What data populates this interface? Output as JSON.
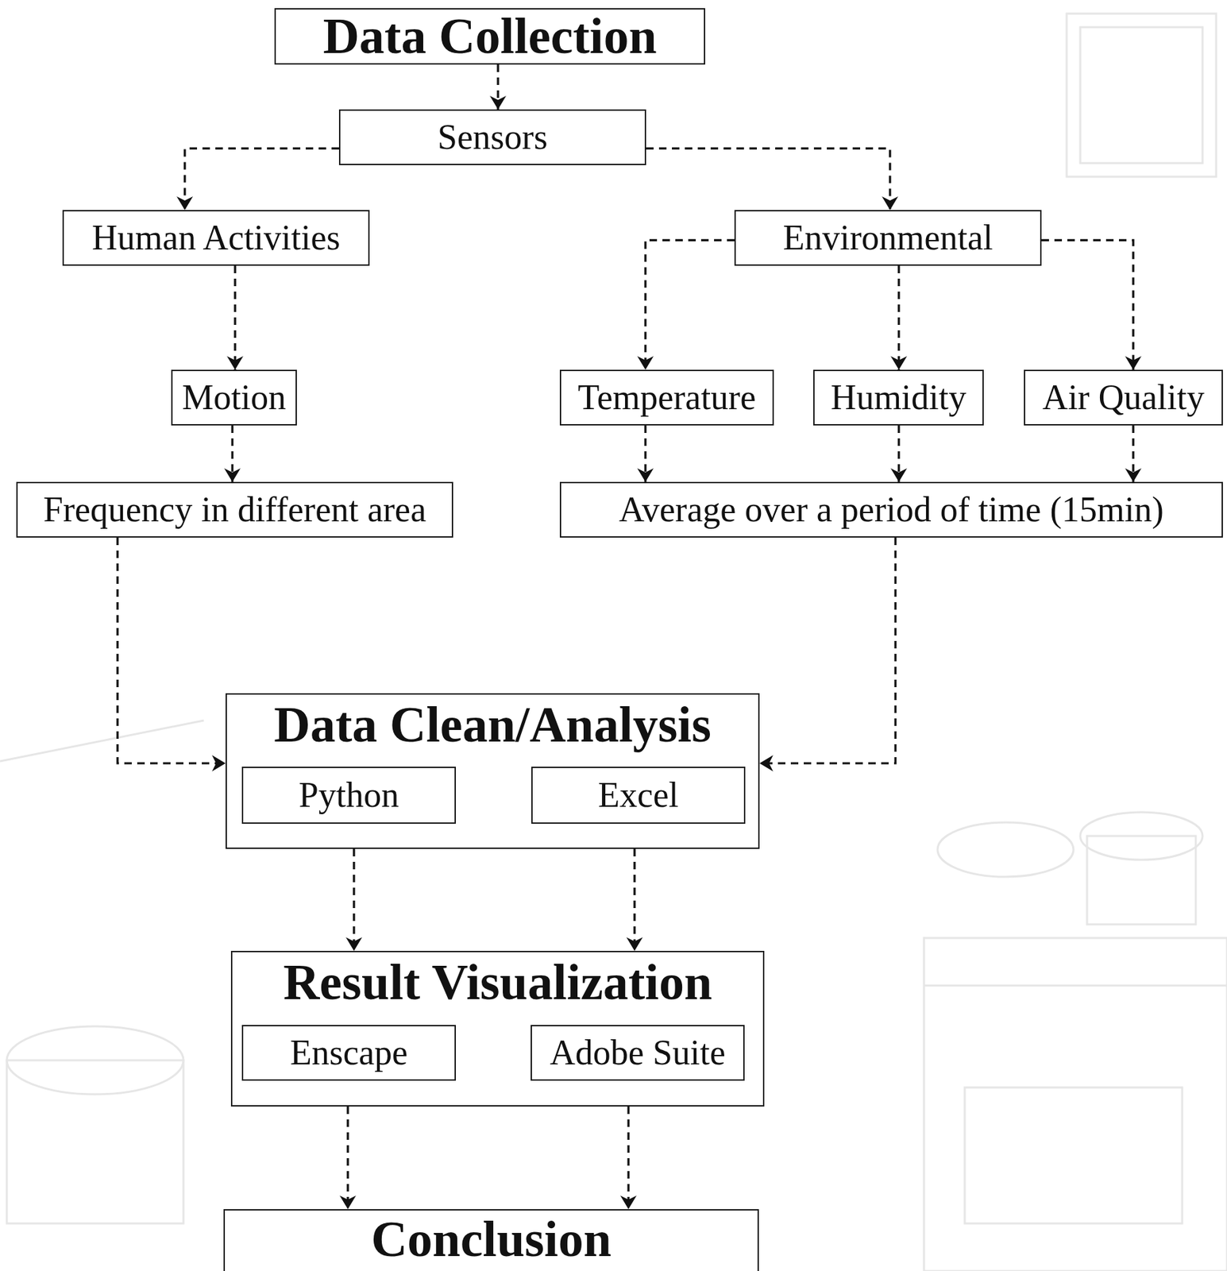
{
  "diagram": {
    "nodes": [
      {
        "text": [
          "Data Collection"
        ]
      },
      {
        "text": [
          "Sensors"
        ]
      },
      {
        "text": [
          "Human Activities"
        ]
      },
      {
        "text": [
          "Environmental"
        ]
      },
      {
        "text": [
          "Motion"
        ]
      },
      {
        "text": [
          "Temperature"
        ]
      },
      {
        "text": [
          "Humidity"
        ]
      },
      {
        "text": [
          "Air Quality"
        ]
      },
      {
        "text": [
          "Frequency in different area"
        ]
      },
      {
        "text": [
          "Average over a period of time (15min)"
        ]
      },
      {
        "text": [
          "Data Clean/Analysis"
        ]
      },
      {
        "text": [
          "Python"
        ],
        "in": 10
      },
      {
        "text": [
          "Excel"
        ],
        "in": 10
      },
      {
        "text": [
          "Result Visualization"
        ]
      },
      {
        "text": [
          "Enscape"
        ],
        "in": 13
      },
      {
        "text": [
          "Adobe Suite"
        ],
        "in": 13
      },
      {
        "text": [
          "Conclusion"
        ]
      }
    ],
    "edges": [
      {
        "from": 0,
        "to": 1,
        "arrow": "to"
      },
      {
        "from": 1,
        "to": 2,
        "arrow": "to"
      },
      {
        "from": 1,
        "to": 3,
        "arrow": "to"
      },
      {
        "from": 2,
        "to": 4,
        "arrow": "to"
      },
      {
        "from": 3,
        "to": 5,
        "arrow": "to"
      },
      {
        "from": 3,
        "to": 6,
        "arrow": "to"
      },
      {
        "from": 3,
        "to": 7,
        "arrow": "to"
      },
      {
        "from": 4,
        "to": 8,
        "arrow": "to"
      },
      {
        "from": 5,
        "to": 9,
        "arrow": "to"
      },
      {
        "from": 6,
        "to": 9,
        "arrow": "to"
      },
      {
        "from": 7,
        "to": 9,
        "arrow": "to"
      },
      {
        "from": 8,
        "to": 10,
        "arrow": "to"
      },
      {
        "from": 9,
        "to": 10,
        "arrow": "to"
      },
      {
        "from": 10,
        "to": 13,
        "arrow": "to"
      },
      {
        "from": 10,
        "to": 13,
        "arrow": "to"
      },
      {
        "from": 13,
        "to": 16,
        "arrow": "to"
      },
      {
        "from": 13,
        "to": 16,
        "arrow": "to"
      }
    ]
  }
}
